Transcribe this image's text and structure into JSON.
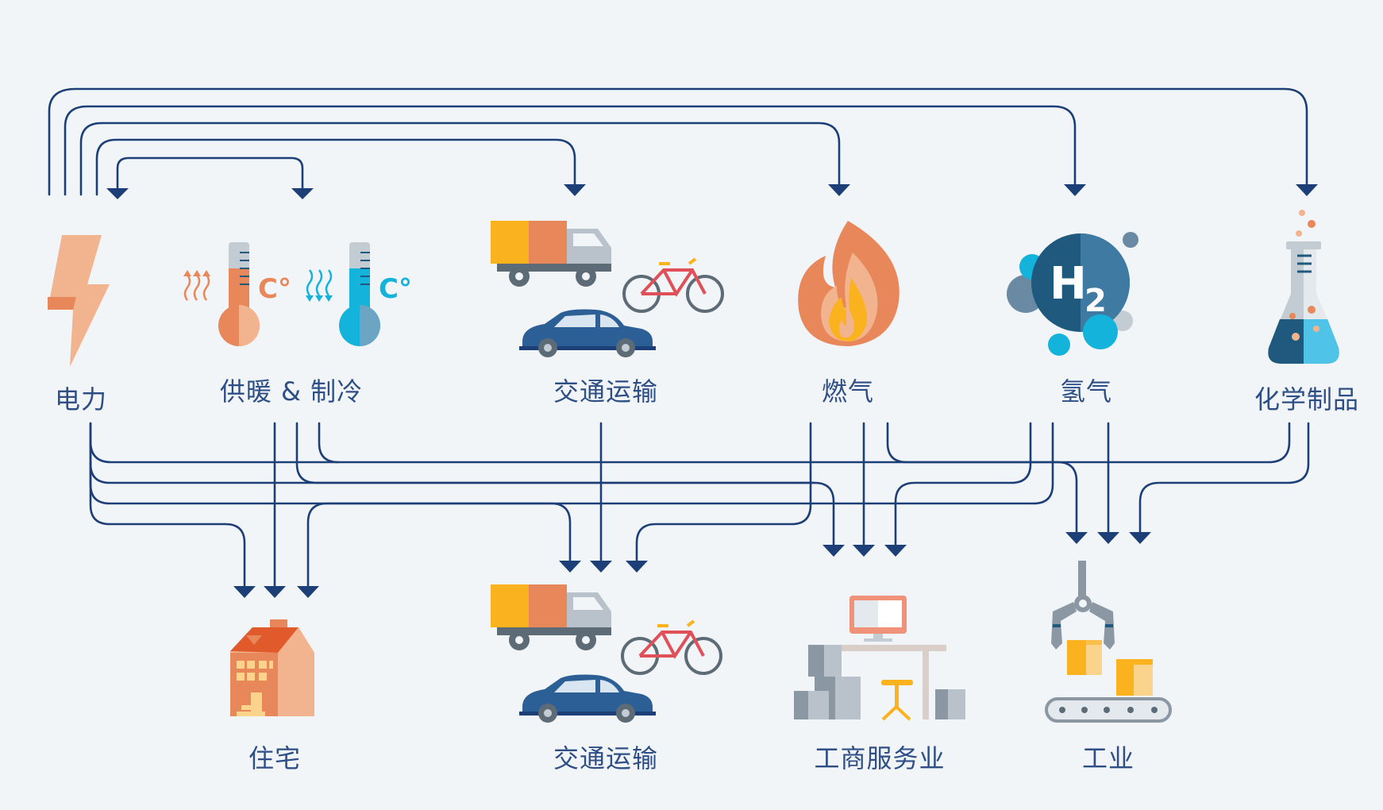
{
  "sources": {
    "electricity": "电力",
    "heating_cooling": "供暖 & 制冷",
    "transport": "交通运输",
    "gas": "燃气",
    "hydrogen": "氢气",
    "chemicals": "化学制品"
  },
  "sinks": {
    "residential": "住宅",
    "transport": "交通运输",
    "commercial": "工商服务业",
    "industry": "工业"
  },
  "icons": {
    "electricity": "lightning-bolt-icon",
    "heating_cooling": "thermometer-icon",
    "transport": "truck-car-bicycle-icon",
    "gas": "flame-icon",
    "hydrogen": "h2-molecule-icon",
    "chemicals": "flask-icon",
    "residential": "house-icon",
    "commercial": "office-desk-icon",
    "industry": "robotic-arm-conveyor-icon"
  },
  "hydrogen_symbol": {
    "letter": "H",
    "subscript": "2"
  },
  "heating_unit": "C°",
  "colors": {
    "arrow": "#1d3f78",
    "label": "#2d4f86",
    "orange": "#e8875a",
    "light_orange": "#f2b38f",
    "cyan": "#14b3dc",
    "navy": "#1f5a7e",
    "yellow": "#fbb21f",
    "background": "#f2f5f8"
  }
}
